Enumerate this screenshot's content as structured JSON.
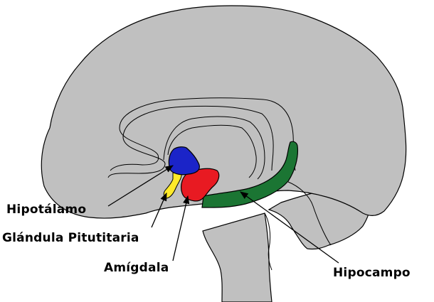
{
  "diagram": {
    "type": "anatomical-illustration",
    "subject": "sagittal view of human brain (limbic system)",
    "colors": {
      "brain": "#c0c0c0",
      "outline": "#000000",
      "hypothalamus": "#1b24c8",
      "pituitary": "#ffea2a",
      "amygdala": "#e81a22",
      "hippocampus": "#1b7533",
      "background": "#ffffff"
    },
    "labels": [
      {
        "id": "hypothalamus",
        "text": "Hipotálamo",
        "target_color": "#1b24c8"
      },
      {
        "id": "pituitary",
        "text": "Glándula Pitutitaria",
        "target_color": "#ffea2a"
      },
      {
        "id": "amygdala",
        "text": "Amígdala",
        "target_color": "#e81a22"
      },
      {
        "id": "hippocampus",
        "text": "Hipocampo",
        "target_color": "#1b7533"
      }
    ]
  }
}
